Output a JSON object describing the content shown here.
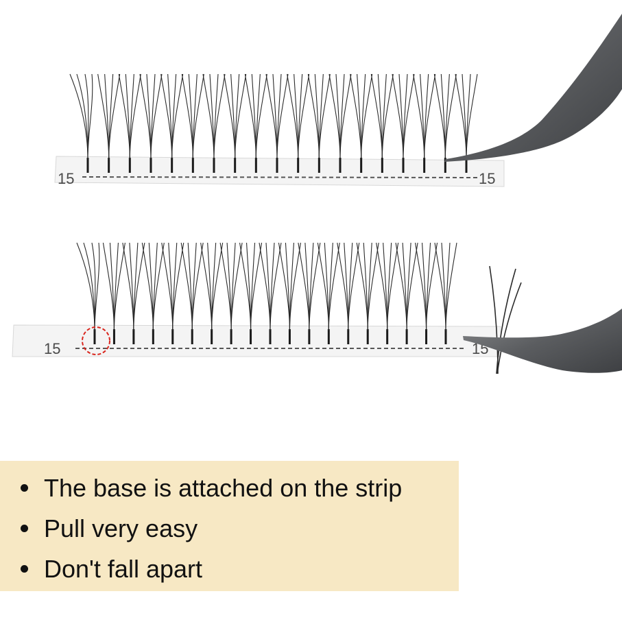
{
  "strip_top": {
    "label_left": "15",
    "label_right": "15",
    "lash_fans": 19
  },
  "strip_bottom": {
    "label_left": "15",
    "label_right": "15",
    "lash_fans": 19,
    "highlight_color": "#d9251d"
  },
  "features": {
    "background": "#f7e8c4",
    "items": [
      {
        "text": "The base is attached on the strip"
      },
      {
        "text": "Pull very easy"
      },
      {
        "text": "Don't fall apart"
      }
    ]
  }
}
